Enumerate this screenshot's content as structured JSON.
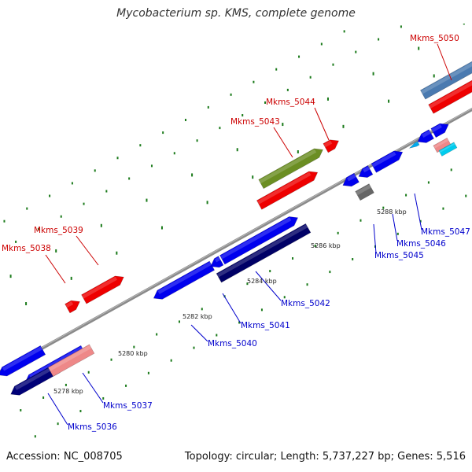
{
  "title": "Mycobacterium sp. KMS, complete genome",
  "footer": {
    "accession": "Accession: NC_008705",
    "summary": "Topology: circular; Length: 5,737,227 bp; Genes: 5,516"
  },
  "colors": {
    "forward_label": "#cc0000",
    "reverse_label": "#0000cc",
    "backbone": "#808080",
    "tick": "#1a7a1a"
  },
  "position_ticks": [
    "5278 kbp",
    "5280 kbp",
    "5282 kbp",
    "5284 kbp",
    "5286 kbp",
    "5288 kbp"
  ],
  "gene_labels": {
    "forward": [
      "Mkms_5038",
      "Mkms_5039",
      "Mkms_5043",
      "Mkms_5044",
      "Mkms_5050"
    ],
    "reverse": [
      "Mkms_5036",
      "Mkms_5037",
      "Mkms_5040",
      "Mkms_5041",
      "Mkms_5042",
      "Mkms_5045",
      "Mkms_5046",
      "Mkms_5047"
    ]
  }
}
